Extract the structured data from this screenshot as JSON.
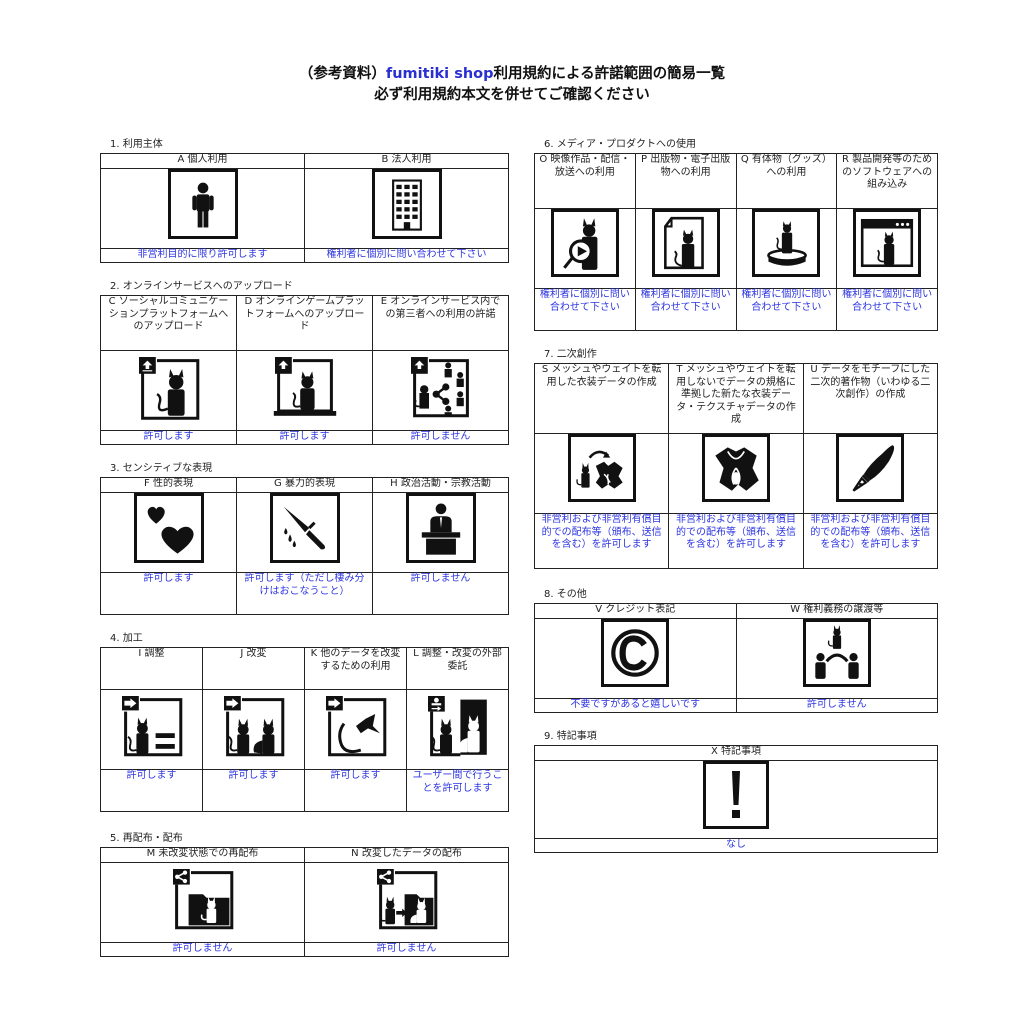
{
  "title": {
    "line1_prefix": "（参考資料）",
    "line1_brand": "fumitiki shop",
    "line1_suffix": "利用規約による許諾範囲の簡易一覧",
    "line2": "必ず利用規約本文を併せてご確認ください"
  },
  "colors": {
    "result_text": "#2d35e0",
    "brand": "#2a2fd0",
    "border": "#222222"
  },
  "sections": {
    "s1": {
      "label": "1. 利用主体",
      "items": [
        {
          "head": "A 個人利用",
          "icon": "person-icon",
          "result": "非営利目的に限り許可します"
        },
        {
          "head": "B 法人利用",
          "icon": "building-icon",
          "result": "権利者に個別に問い合わせて下さい"
        }
      ]
    },
    "s2": {
      "label": "2. オンラインサービスへのアップロード",
      "items": [
        {
          "head": "C ソーシャルコミュニケーションプラットフォームへのアップロード",
          "icon": "upload-avatar-icon",
          "result": "許可します"
        },
        {
          "head": "D オンラインゲームプラットフォームへのアップロード",
          "icon": "upload-game-platform-icon",
          "result": "許可します"
        },
        {
          "head": "E オンラインサービス内での第三者への利用の許諾",
          "icon": "upload-share-third-party-icon",
          "result": "許可しません"
        }
      ]
    },
    "s3": {
      "label": "3. センシティブな表現",
      "items": [
        {
          "head": "F 性的表現",
          "icon": "hearts-icon",
          "result": "許可します"
        },
        {
          "head": "G 暴力的表現",
          "icon": "knife-icon",
          "result": "許可します（ただし棲み分けはおこなうこと）"
        },
        {
          "head": "H 政治活動・宗教活動",
          "icon": "podium-speaker-icon",
          "result": "許可しません"
        }
      ]
    },
    "s4": {
      "label": "4. 加工",
      "items": [
        {
          "head": "I 調整",
          "icon": "adjust-equal-icon",
          "result": "許可します"
        },
        {
          "head": "J 改変",
          "icon": "modify-icon",
          "result": "許可します"
        },
        {
          "head": "K 他のデータを改変するための利用",
          "icon": "parts-reuse-icon",
          "result": "許可します"
        },
        {
          "head": "L 調整・改変の外部委託",
          "icon": "outsource-icon",
          "result": "ユーザー間で行うことを許可します"
        }
      ]
    },
    "s5": {
      "label": "5. 再配布・配布",
      "items": [
        {
          "head": "M 未改変状態での再配布",
          "icon": "share-folder-icon",
          "result": "許可しません"
        },
        {
          "head": "N 改変したデータの配布",
          "icon": "share-modified-folder-icon",
          "result": "許可しません"
        }
      ]
    },
    "s6": {
      "label": "6. メディア・プロダクトへの使用",
      "items": [
        {
          "head": "O 映像作品・配信・放送への利用",
          "icon": "video-play-icon",
          "result": "権利者に個別に問い合わせて下さい"
        },
        {
          "head": "P 出版物・電子出版物への利用",
          "icon": "publication-icon",
          "result": "権利者に個別に問い合わせて下さい"
        },
        {
          "head": "Q 有体物（グッズ）への利用",
          "icon": "figure-goods-icon",
          "result": "権利者に個別に問い合わせて下さい"
        },
        {
          "head": "R 製品開発等のためのソフトウェアへの組み込み",
          "icon": "software-window-icon",
          "result": "権利者に個別に問い合わせて下さい"
        }
      ]
    },
    "s7": {
      "label": "7. 二次創作",
      "items": [
        {
          "head": "S メッシュやウェイトを転用した衣装データの作成",
          "icon": "outfit-convert-icon",
          "result": "非営利および非営利有償目的での配布等（頒布、送信を含む）を許可します"
        },
        {
          "head": "T メッシュやウェイトを転用しないでデータの規格に準拠した新たな衣装データ・テクスチャデータの作成",
          "icon": "outfit-icon",
          "result": "非営利および非営利有償目的での配布等（頒布、送信を含む）を許可します"
        },
        {
          "head": "U データをモチーフにした二次的著作物（いわゆる二次創作）の作成",
          "icon": "pen-nib-icon",
          "result": "非営利および非営利有償目的での配布等（頒布、送信を含む）を許可します"
        }
      ]
    },
    "s8": {
      "label": "8. その他",
      "items": [
        {
          "head": "V クレジット表記",
          "icon": "copyright-icon",
          "result": "不要ですがあると嬉しいです"
        },
        {
          "head": "W 権利義務の譲渡等",
          "icon": "rights-transfer-icon",
          "result": "許可しません"
        }
      ]
    },
    "s9": {
      "label": "9. 特記事項",
      "items": [
        {
          "head": "X 特記事項",
          "icon": "exclamation-icon",
          "result": "なし"
        }
      ]
    }
  }
}
